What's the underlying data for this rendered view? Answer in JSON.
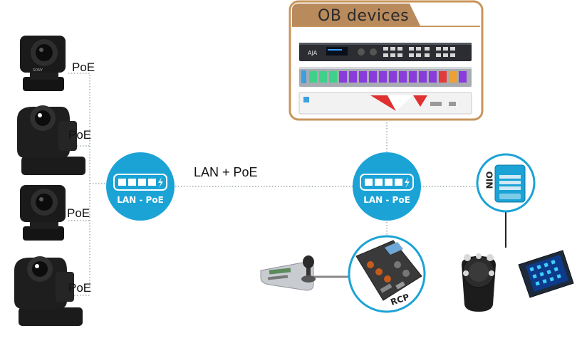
{
  "ob_panel": {
    "title": "OB devices"
  },
  "cameras": [
    {
      "poe_label": "PoE"
    },
    {
      "poe_label": "PoE"
    },
    {
      "poe_label": "PoE"
    },
    {
      "poe_label": "PoE"
    }
  ],
  "switches": [
    {
      "label": "LAN - PoE"
    },
    {
      "label": "LAN - PoE"
    }
  ],
  "link_label": "LAN + PoE",
  "nio": {
    "label": "NIO"
  },
  "rcp": {
    "label": "RCP"
  },
  "colors": {
    "accent_blue": "#1ba3d6",
    "panel_border": "#c8955b",
    "panel_header": "#b88a5c",
    "line": "#8a9aa0"
  },
  "icons": [
    "ptz-camera-icon",
    "network-switch-icon",
    "ob-rack-device-icon",
    "joystick-controller-icon",
    "rcp-panel-icon",
    "stream-deck-icon",
    "nio-device-icon",
    "jog-controller-icon"
  ]
}
